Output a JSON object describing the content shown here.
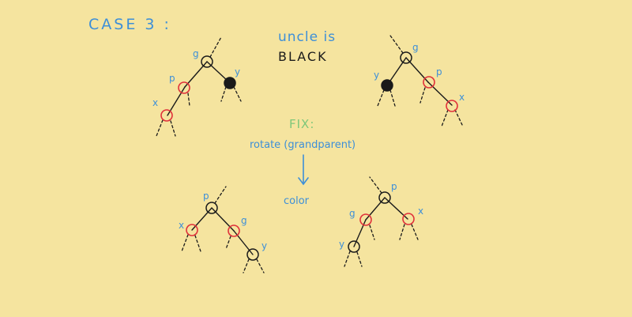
{
  "title": "CASE 3 :",
  "uncle_line1": "uncle is",
  "uncle_line2": "BLACK",
  "fix_label": "FIX:",
  "fix_action": "rotate (grandparent)",
  "color_label": "color",
  "colors": {
    "background": "#f5e49f",
    "blue_ink": "#3d8fd8",
    "green_ink": "#7dc77a",
    "red_node": "#e0303a",
    "black_ink": "#1a1a1a"
  },
  "trees": {
    "before_left": {
      "g": "g",
      "p": "p",
      "x": "x",
      "y": "y"
    },
    "before_right": {
      "g": "g",
      "p": "p",
      "x": "x",
      "y": "y"
    },
    "after_left": {
      "p": "p",
      "x": "x",
      "g": "g",
      "y": "y"
    },
    "after_right": {
      "p": "p",
      "g": "g",
      "x": "x",
      "y": "y"
    }
  }
}
